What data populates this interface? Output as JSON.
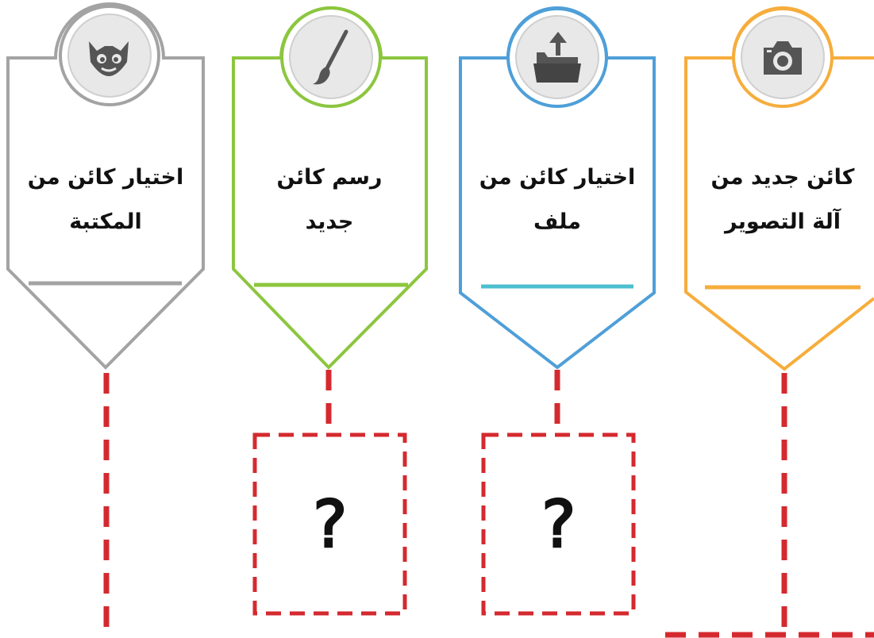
{
  "colors": {
    "gray": "#a3a3a3",
    "green": "#8cc63f",
    "blue": "#4f9fd8",
    "cyan_line": "#4dbfcf",
    "orange": "#f6ad3c",
    "dash_red": "#d42a2f",
    "icon_bg": "#e8e8e8",
    "icon_fg": "#555555"
  },
  "cards": [
    {
      "id": "library",
      "icon": "cat-sprite-icon",
      "label_line1": "اختيار كائن من",
      "label_line2": "المكتبة"
    },
    {
      "id": "paint",
      "icon": "paintbrush-icon",
      "label_line1": "رسم كائن جديد",
      "label_line2": ""
    },
    {
      "id": "upload",
      "icon": "upload-folder-icon",
      "label_line1": "اختيار كائن من",
      "label_line2": "ملف"
    },
    {
      "id": "camera",
      "icon": "camera-icon",
      "label_line1": "كائن جديد من",
      "label_line2": "آلة التصوير"
    }
  ],
  "question_boxes": [
    {
      "under": "paint",
      "text": "؟"
    },
    {
      "under": "upload",
      "text": "؟"
    }
  ]
}
